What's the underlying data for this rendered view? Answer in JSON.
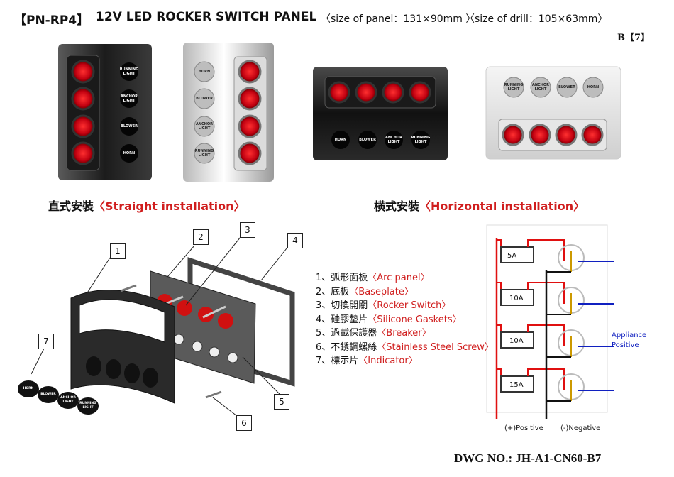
{
  "header": {
    "code": "【PN-RP4】",
    "title": "12V LED ROCKER SWITCH PANEL",
    "panel_size": "〈size of panel：131×90mm 〉",
    "drill_size": "〈size of drill：105×63mm〉",
    "page_mark": "B【7】"
  },
  "switch_labels": {
    "dark_vertical": [
      "RUNNING LIGHT",
      "ANCHOR LIGHT",
      "BLOWER",
      "HORN"
    ],
    "silver_vertical": [
      "HORN",
      "BLOWER",
      "ANCHOR LIGHT",
      "RUNNING LIGHT"
    ],
    "dark_horizontal": [
      "HORN",
      "BLOWER",
      "ANCHOR LIGHT",
      "RUNNING LIGHT"
    ],
    "silver_horizontal": [
      "RUNNING LIGHT",
      "ANCHOR LIGHT",
      "BLOWER",
      "HORN"
    ],
    "loose_indicators": [
      "HORN",
      "BLOWER",
      "ANCHOR LIGHT",
      "RUNNING LIGHT"
    ]
  },
  "captions": {
    "straight_cn": "直式安裝",
    "straight_en": "〈Straight  installation〉",
    "horizontal_cn": "横式安裝",
    "horizontal_en": "〈Horizontal  installation〉"
  },
  "callouts": [
    "1",
    "2",
    "3",
    "4",
    "5",
    "6",
    "7"
  ],
  "legend": [
    {
      "cn": "1、弧形面板",
      "en": "〈Arc panel〉"
    },
    {
      "cn": "2、底板",
      "en": "〈Baseplate〉"
    },
    {
      "cn": "3、切換開關",
      "en": "〈Rocker Switch〉"
    },
    {
      "cn": "4、硅膠墊片",
      "en": "〈Silicone Gaskets〉"
    },
    {
      "cn": "5、過載保護器",
      "en": "〈Breaker〉"
    },
    {
      "cn": "6、不銹鋼螺絲",
      "en": "〈Stainless Steel Screw〉"
    },
    {
      "cn": "7、標示片",
      "en": "〈Indicator〉"
    }
  ],
  "wiring": {
    "breakers": [
      "5A",
      "10A",
      "10A",
      "15A"
    ],
    "appliance": [
      "Appliance",
      "Positive"
    ],
    "positive": "(+)Positive",
    "negative": "(-)Negative",
    "colors": {
      "positive": "#e01010",
      "negative": "#111111",
      "appliance": "#1020c0"
    }
  },
  "footer": {
    "dwg": "DWG NO.: JH-A1-CN60-B7"
  }
}
